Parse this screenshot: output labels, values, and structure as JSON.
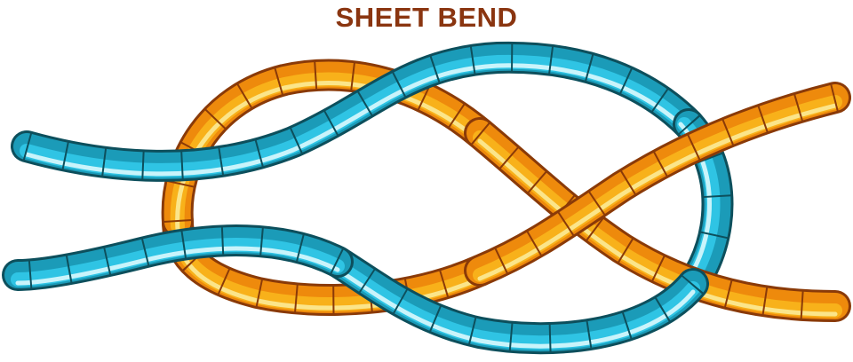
{
  "title": "SHEET BEND",
  "colors": {
    "title": "#8a3510",
    "blue_outline": "#0d4f5c",
    "blue_dark": "#1b9bb8",
    "blue_mid": "#2fc4e4",
    "blue_light": "#c9f4fb",
    "orange_outline": "#8a3a08",
    "orange_dark": "#ee8a0c",
    "orange_mid": "#f8b11a",
    "orange_light": "#fbe58a"
  },
  "ropes": [
    {
      "name": "blue-rope",
      "color": "blue"
    },
    {
      "name": "orange-rope",
      "color": "orange"
    }
  ]
}
